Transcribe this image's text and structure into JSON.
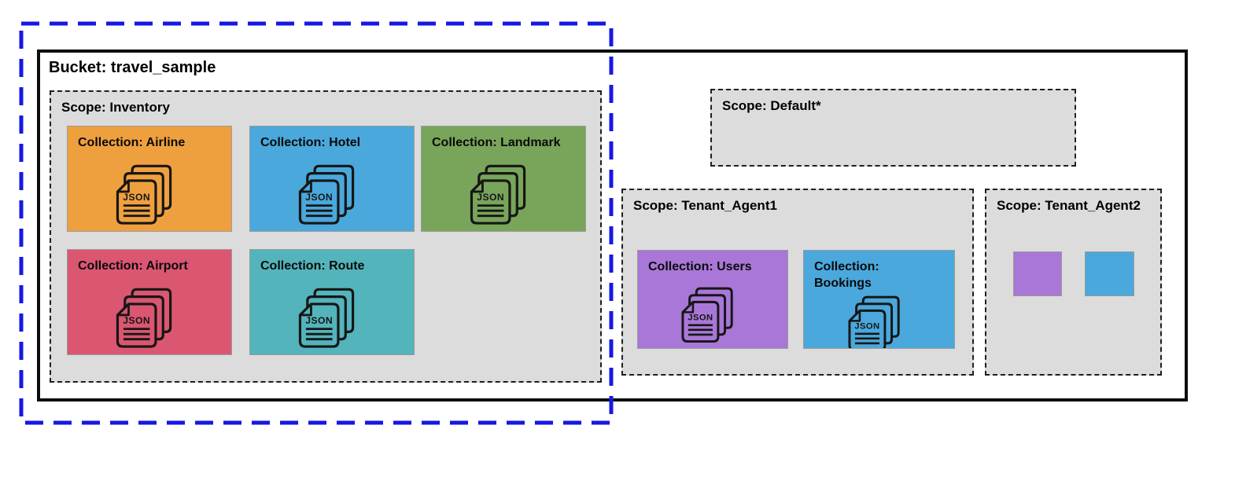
{
  "bucket": {
    "label": "Bucket: travel_sample"
  },
  "highlight": {
    "color": "#1518e3"
  },
  "icon": {
    "json_label": "JSON"
  },
  "scopes": [
    {
      "label": "Scope: Inventory",
      "collections": [
        {
          "label": "Collection: Airline",
          "color": "#efa03e"
        },
        {
          "label": "Collection: Hotel",
          "color": "#4aa8dc"
        },
        {
          "label": "Collection: Landmark",
          "color": "#78a55a"
        },
        {
          "label": "Collection: Airport",
          "color": "#db5671"
        },
        {
          "label": "Collection: Route",
          "color": "#53b4bb"
        }
      ]
    },
    {
      "label": "Scope: Default*",
      "collections": []
    },
    {
      "label": "Scope: Tenant_Agent1",
      "collections": [
        {
          "label": "Collection: Users",
          "color": "#a877d7"
        },
        {
          "label": "Collection: Bookings",
          "color": "#4aa8dc"
        }
      ]
    },
    {
      "label": "Scope: Tenant_Agent2",
      "collections": [
        {
          "color": "#a877d7"
        },
        {
          "color": "#4aa8dc"
        }
      ]
    }
  ]
}
